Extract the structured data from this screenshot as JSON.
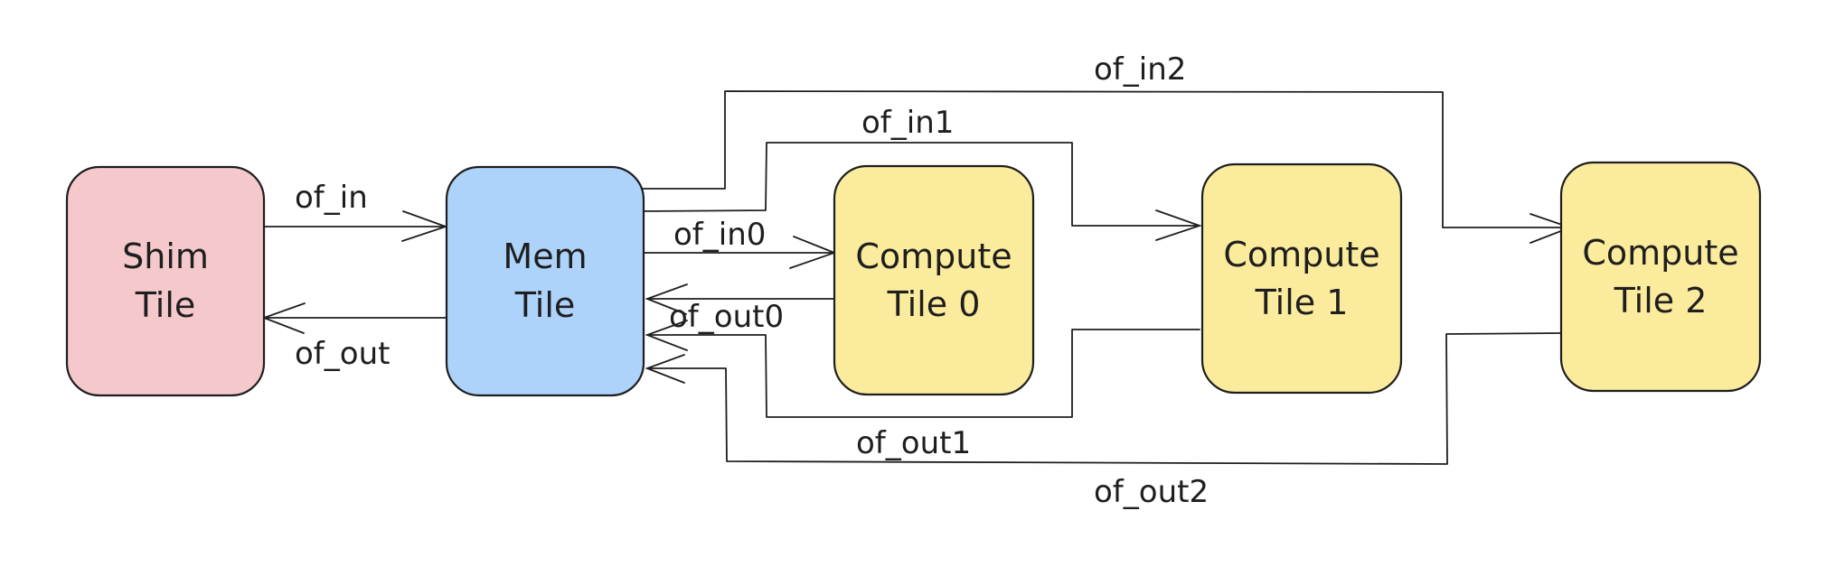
{
  "colors": {
    "shim": "#f5c9cb",
    "mem": "#aed3fb",
    "compute": "#fbeb9c",
    "stroke": "#1e1e1e",
    "background": "#ffffff"
  },
  "tiles": {
    "shim": {
      "line1": "Shim",
      "line2": "Tile"
    },
    "mem": {
      "line1": "Mem",
      "line2": "Tile"
    },
    "compute0": {
      "line1": "Compute",
      "line2": "Tile 0"
    },
    "compute1": {
      "line1": "Compute",
      "line2": "Tile 1"
    },
    "compute2": {
      "line1": "Compute",
      "line2": "Tile 2"
    }
  },
  "edges": {
    "of_in": "of_in",
    "of_out": "of_out",
    "of_in0": "of_in0",
    "of_out0": "of_out0",
    "of_in1": "of_in1",
    "of_out1": "of_out1",
    "of_in2": "of_in2",
    "of_out2": "of_out2"
  }
}
